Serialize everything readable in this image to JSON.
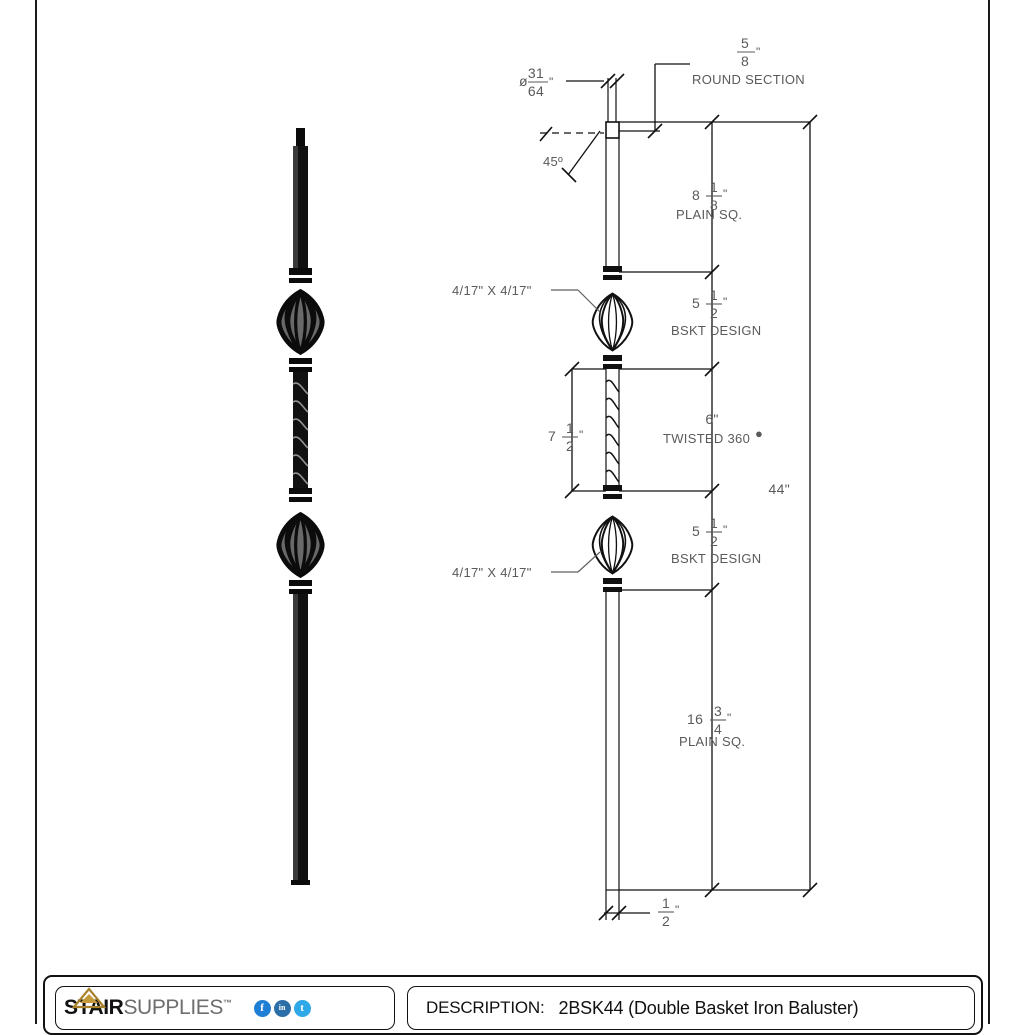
{
  "drawing": {
    "title": "2BSK44 Double Basket Iron Baluster technical drawing",
    "annotations": {
      "diameter_round": {
        "symbol": "ø",
        "whole": "",
        "numer": "31",
        "denom": "64",
        "unit": "\""
      },
      "round_section": {
        "whole": "",
        "numer": "5",
        "denom": "8",
        "unit": "\"",
        "label": "ROUND SECTION"
      },
      "angle": "45º",
      "top_plain": {
        "whole": "8",
        "numer": "1",
        "denom": "8",
        "unit": "\"",
        "label": "PLAIN SQ."
      },
      "upper_basket": {
        "whole": "5",
        "numer": "1",
        "denom": "2",
        "unit": "\"",
        "label": "BSKT DESIGN"
      },
      "twist_left": {
        "whole": "7",
        "numer": "1",
        "denom": "2",
        "unit": "\""
      },
      "twist_right": {
        "value": "6\"",
        "label": "TWISTED 360",
        "degree": "●"
      },
      "lower_basket": {
        "whole": "5",
        "numer": "1",
        "denom": "2",
        "unit": "\"",
        "label": "BSKT DESIGN"
      },
      "bottom_plain": {
        "whole": "16",
        "numer": "3",
        "denom": "4",
        "unit": "\"",
        "label": "PLAIN SQ."
      },
      "overall": "44\"",
      "bottom_width": {
        "whole": "",
        "numer": "1",
        "denom": "2",
        "unit": "\""
      },
      "basket_size_upper": "4/17\" X 4/17\"",
      "basket_size_lower": "4/17\" X 4/17\""
    }
  },
  "titleblock": {
    "logo": {
      "brand_bold": "STAIR",
      "brand_light": "SUPPLIES",
      "trademark": "™"
    },
    "socials": [
      {
        "name": "facebook-icon",
        "glyph": "f",
        "color": "#1f7fd4"
      },
      {
        "name": "linkedin-icon",
        "glyph": "in",
        "color": "#2c6fa8"
      },
      {
        "name": "twitter-icon",
        "glyph": "t",
        "color": "#2fa8e8"
      }
    ],
    "description_label": "DESCRIPTION:",
    "description_value": "2BSK44 (Double Basket Iron Baluster)"
  }
}
